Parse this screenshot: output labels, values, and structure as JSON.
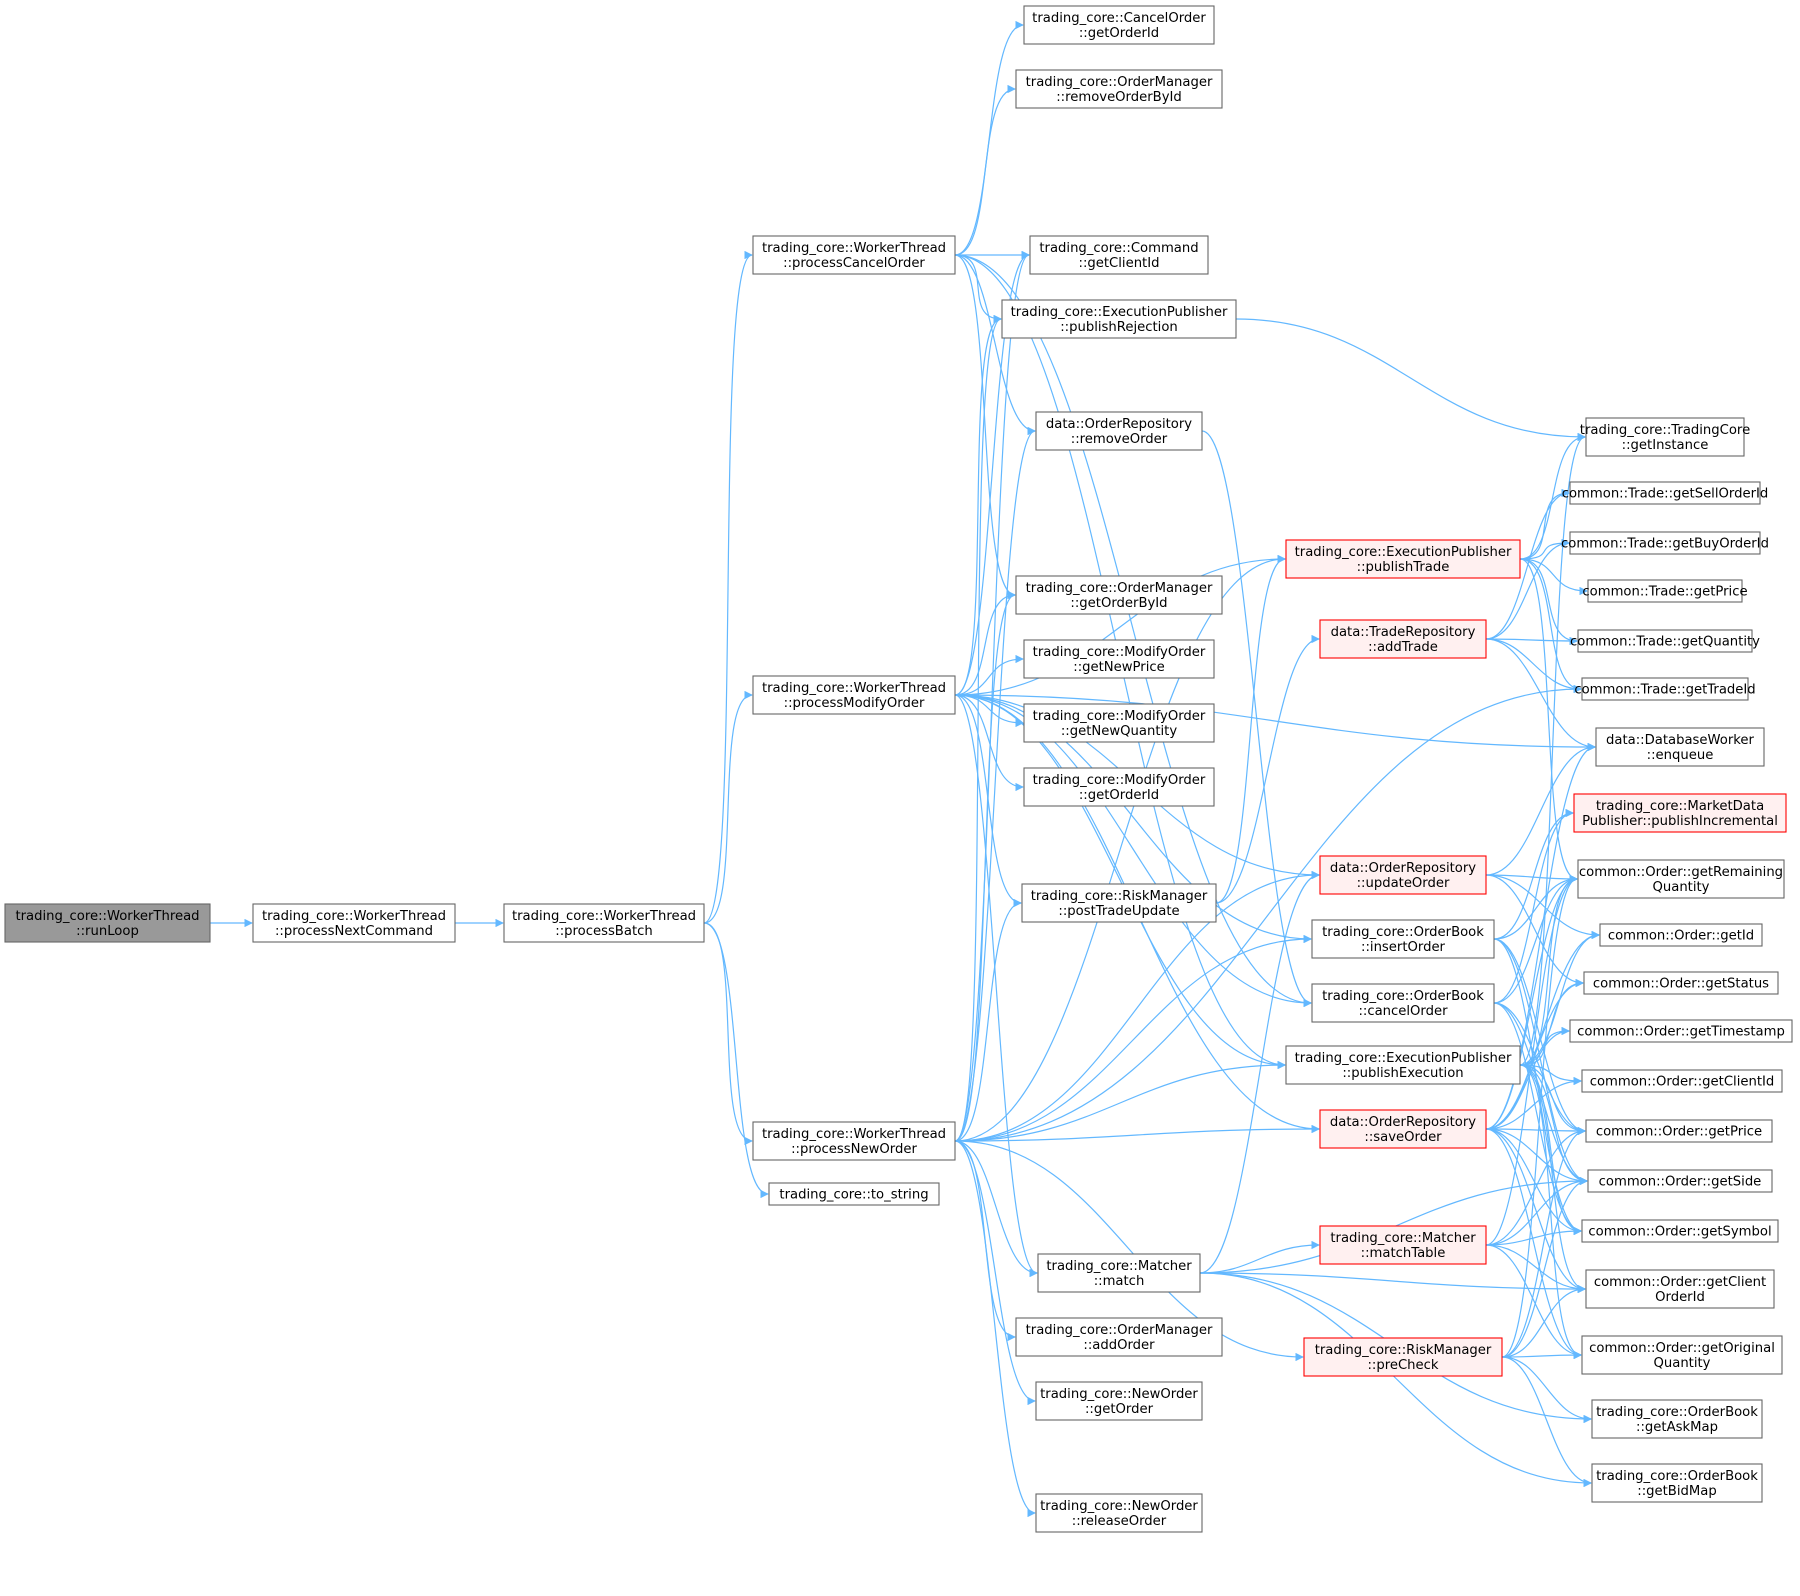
{
  "theme": {
    "edge_color": "#63b8ff",
    "node_border": "#666666",
    "root_fill": "#999999",
    "highlight_border": "#ff0000",
    "highlight_fill": "#fff0f0"
  },
  "nodes": [
    {
      "id": "runLoop",
      "style": "root",
      "lines": [
        "trading_core::WorkerThread",
        "::runLoop"
      ]
    },
    {
      "id": "processNextCommand",
      "style": "normal",
      "lines": [
        "trading_core::WorkerThread",
        "::processNextCommand"
      ]
    },
    {
      "id": "processBatch",
      "style": "normal",
      "lines": [
        "trading_core::WorkerThread",
        "::processBatch"
      ]
    },
    {
      "id": "processCancelOrder",
      "style": "normal",
      "lines": [
        "trading_core::WorkerThread",
        "::processCancelOrder"
      ]
    },
    {
      "id": "processModifyOrder",
      "style": "normal",
      "lines": [
        "trading_core::WorkerThread",
        "::processModifyOrder"
      ]
    },
    {
      "id": "processNewOrder",
      "style": "normal",
      "lines": [
        "trading_core::WorkerThread",
        "::processNewOrder"
      ]
    },
    {
      "id": "to_string",
      "style": "normal",
      "lines": [
        "trading_core::to_string"
      ]
    },
    {
      "id": "CancelOrder_getOrderId",
      "style": "normal",
      "lines": [
        "trading_core::CancelOrder",
        "::getOrderId"
      ]
    },
    {
      "id": "removeOrderById",
      "style": "normal",
      "lines": [
        "trading_core::OrderManager",
        "::removeOrderById"
      ]
    },
    {
      "id": "getClientId",
      "style": "normal",
      "lines": [
        "trading_core::Command",
        "::getClientId"
      ]
    },
    {
      "id": "publishRejection",
      "style": "normal",
      "lines": [
        "trading_core::ExecutionPublisher",
        "::publishRejection"
      ]
    },
    {
      "id": "removeOrder",
      "style": "normal",
      "lines": [
        "data::OrderRepository",
        "::removeOrder"
      ]
    },
    {
      "id": "getOrderById",
      "style": "normal",
      "lines": [
        "trading_core::OrderManager",
        "::getOrderById"
      ]
    },
    {
      "id": "getNewPrice",
      "style": "normal",
      "lines": [
        "trading_core::ModifyOrder",
        "::getNewPrice"
      ]
    },
    {
      "id": "getNewQuantity",
      "style": "normal",
      "lines": [
        "trading_core::ModifyOrder",
        "::getNewQuantity"
      ]
    },
    {
      "id": "ModifyOrder_getOrderId",
      "style": "normal",
      "lines": [
        "trading_core::ModifyOrder",
        "::getOrderId"
      ]
    },
    {
      "id": "postTradeUpdate",
      "style": "normal",
      "lines": [
        "trading_core::RiskManager",
        "::postTradeUpdate"
      ]
    },
    {
      "id": "match",
      "style": "normal",
      "lines": [
        "trading_core::Matcher",
        "::match"
      ]
    },
    {
      "id": "addOrder",
      "style": "normal",
      "lines": [
        "trading_core::OrderManager",
        "::addOrder"
      ]
    },
    {
      "id": "NewOrder_getOrder",
      "style": "normal",
      "lines": [
        "trading_core::NewOrder",
        "::getOrder"
      ]
    },
    {
      "id": "releaseOrder",
      "style": "normal",
      "lines": [
        "trading_core::NewOrder",
        "::releaseOrder"
      ]
    },
    {
      "id": "publishTrade",
      "style": "red",
      "lines": [
        "trading_core::ExecutionPublisher",
        "::publishTrade"
      ]
    },
    {
      "id": "addTrade",
      "style": "red",
      "lines": [
        "data::TradeRepository",
        "::addTrade"
      ]
    },
    {
      "id": "updateOrder",
      "style": "red",
      "lines": [
        "data::OrderRepository",
        "::updateOrder"
      ]
    },
    {
      "id": "insertOrder",
      "style": "normal",
      "lines": [
        "trading_core::OrderBook",
        "::insertOrder"
      ]
    },
    {
      "id": "cancelOrder",
      "style": "normal",
      "lines": [
        "trading_core::OrderBook",
        "::cancelOrder"
      ]
    },
    {
      "id": "publishExecution",
      "style": "normal",
      "lines": [
        "trading_core::ExecutionPublisher",
        "::publishExecution"
      ]
    },
    {
      "id": "saveOrder",
      "style": "red",
      "lines": [
        "data::OrderRepository",
        "::saveOrder"
      ]
    },
    {
      "id": "matchTable",
      "style": "red",
      "lines": [
        "trading_core::Matcher",
        "::matchTable"
      ]
    },
    {
      "id": "preCheck",
      "style": "red",
      "lines": [
        "trading_core::RiskManager",
        "::preCheck"
      ]
    },
    {
      "id": "getInstance",
      "style": "normal",
      "lines": [
        "trading_core::TradingCore",
        "::getInstance"
      ]
    },
    {
      "id": "getSellOrderId",
      "style": "normal",
      "lines": [
        "common::Trade::getSellOrderId"
      ]
    },
    {
      "id": "getBuyOrderId",
      "style": "normal",
      "lines": [
        "common::Trade::getBuyOrderId"
      ]
    },
    {
      "id": "Trade_getPrice",
      "style": "normal",
      "lines": [
        "common::Trade::getPrice"
      ]
    },
    {
      "id": "Trade_getQuantity",
      "style": "normal",
      "lines": [
        "common::Trade::getQuantity"
      ]
    },
    {
      "id": "getTradeId",
      "style": "normal",
      "lines": [
        "common::Trade::getTradeId"
      ]
    },
    {
      "id": "enqueue",
      "style": "normal",
      "lines": [
        "data::DatabaseWorker",
        "::enqueue"
      ]
    },
    {
      "id": "publishIncremental",
      "style": "red",
      "lines": [
        "trading_core::MarketData",
        "Publisher::publishIncremental"
      ]
    },
    {
      "id": "getRemainingQuantity",
      "style": "normal",
      "lines": [
        "common::Order::getRemaining",
        "Quantity"
      ]
    },
    {
      "id": "getId",
      "style": "normal",
      "lines": [
        "common::Order::getId"
      ]
    },
    {
      "id": "getStatus",
      "style": "normal",
      "lines": [
        "common::Order::getStatus"
      ]
    },
    {
      "id": "getTimestamp",
      "style": "normal",
      "lines": [
        "common::Order::getTimestamp"
      ]
    },
    {
      "id": "Order_getClientId",
      "style": "normal",
      "lines": [
        "common::Order::getClientId"
      ]
    },
    {
      "id": "Order_getPrice",
      "style": "normal",
      "lines": [
        "common::Order::getPrice"
      ]
    },
    {
      "id": "getSide",
      "style": "normal",
      "lines": [
        "common::Order::getSide"
      ]
    },
    {
      "id": "getSymbol",
      "style": "normal",
      "lines": [
        "common::Order::getSymbol"
      ]
    },
    {
      "id": "getClientOrderId",
      "style": "normal",
      "lines": [
        "common::Order::getClient",
        "OrderId"
      ]
    },
    {
      "id": "getOriginalQuantity",
      "style": "normal",
      "lines": [
        "common::Order::getOriginal",
        "Quantity"
      ]
    },
    {
      "id": "getAskMap",
      "style": "normal",
      "lines": [
        "trading_core::OrderBook",
        "::getAskMap"
      ]
    },
    {
      "id": "getBidMap",
      "style": "normal",
      "lines": [
        "trading_core::OrderBook",
        "::getBidMap"
      ]
    }
  ],
  "edges": [
    [
      "runLoop",
      "processNextCommand"
    ],
    [
      "processNextCommand",
      "processBatch"
    ],
    [
      "processBatch",
      "processCancelOrder"
    ],
    [
      "processBatch",
      "processModifyOrder"
    ],
    [
      "processBatch",
      "processNewOrder"
    ],
    [
      "processBatch",
      "to_string"
    ],
    [
      "processCancelOrder",
      "CancelOrder_getOrderId"
    ],
    [
      "processCancelOrder",
      "removeOrderById"
    ],
    [
      "processCancelOrder",
      "getClientId"
    ],
    [
      "processCancelOrder",
      "publishRejection"
    ],
    [
      "processCancelOrder",
      "removeOrder"
    ],
    [
      "processCancelOrder",
      "getOrderById"
    ],
    [
      "processCancelOrder",
      "cancelOrder"
    ],
    [
      "processCancelOrder",
      "publishExecution"
    ],
    [
      "processModifyOrder",
      "getClientId"
    ],
    [
      "processModifyOrder",
      "publishRejection"
    ],
    [
      "processModifyOrder",
      "getOrderById"
    ],
    [
      "processModifyOrder",
      "getNewPrice"
    ],
    [
      "processModifyOrder",
      "getNewQuantity"
    ],
    [
      "processModifyOrder",
      "ModifyOrder_getOrderId"
    ],
    [
      "processModifyOrder",
      "postTradeUpdate"
    ],
    [
      "processModifyOrder",
      "match"
    ],
    [
      "processModifyOrder",
      "publishTrade"
    ],
    [
      "processModifyOrder",
      "insertOrder"
    ],
    [
      "processModifyOrder",
      "cancelOrder"
    ],
    [
      "processModifyOrder",
      "publishExecution"
    ],
    [
      "processModifyOrder",
      "saveOrder"
    ],
    [
      "processModifyOrder",
      "updateOrder"
    ],
    [
      "processModifyOrder",
      "enqueue"
    ],
    [
      "processNewOrder",
      "getClientId"
    ],
    [
      "processNewOrder",
      "publishRejection"
    ],
    [
      "processNewOrder",
      "removeOrder"
    ],
    [
      "processNewOrder",
      "getOrderById"
    ],
    [
      "processNewOrder",
      "postTradeUpdate"
    ],
    [
      "processNewOrder",
      "match"
    ],
    [
      "processNewOrder",
      "addOrder"
    ],
    [
      "processNewOrder",
      "NewOrder_getOrder"
    ],
    [
      "processNewOrder",
      "releaseOrder"
    ],
    [
      "processNewOrder",
      "publishTrade"
    ],
    [
      "processNewOrder",
      "updateOrder"
    ],
    [
      "processNewOrder",
      "insertOrder"
    ],
    [
      "processNewOrder",
      "publishExecution"
    ],
    [
      "processNewOrder",
      "saveOrder"
    ],
    [
      "processNewOrder",
      "preCheck"
    ],
    [
      "processNewOrder",
      "getTradeId"
    ],
    [
      "publishRejection",
      "getInstance"
    ],
    [
      "removeOrder",
      "cancelOrder"
    ],
    [
      "postTradeUpdate",
      "publishTrade"
    ],
    [
      "postTradeUpdate",
      "addTrade"
    ],
    [
      "match",
      "updateOrder"
    ],
    [
      "match",
      "matchTable"
    ],
    [
      "match",
      "getClientOrderId"
    ],
    [
      "match",
      "getAskMap"
    ],
    [
      "match",
      "getBidMap"
    ],
    [
      "match",
      "getSide"
    ],
    [
      "publishTrade",
      "getInstance"
    ],
    [
      "publishTrade",
      "getSellOrderId"
    ],
    [
      "publishTrade",
      "getBuyOrderId"
    ],
    [
      "publishTrade",
      "Trade_getPrice"
    ],
    [
      "publishTrade",
      "Trade_getQuantity"
    ],
    [
      "publishTrade",
      "getTradeId"
    ],
    [
      "publishTrade",
      "getRemainingQuantity"
    ],
    [
      "addTrade",
      "getSellOrderId"
    ],
    [
      "addTrade",
      "getBuyOrderId"
    ],
    [
      "addTrade",
      "Trade_getQuantity"
    ],
    [
      "addTrade",
      "getTradeId"
    ],
    [
      "addTrade",
      "enqueue"
    ],
    [
      "updateOrder",
      "enqueue"
    ],
    [
      "updateOrder",
      "getRemainingQuantity"
    ],
    [
      "updateOrder",
      "getId"
    ],
    [
      "updateOrder",
      "getStatus"
    ],
    [
      "insertOrder",
      "publishIncremental"
    ],
    [
      "insertOrder",
      "Order_getPrice"
    ],
    [
      "insertOrder",
      "getSide"
    ],
    [
      "insertOrder",
      "getSymbol"
    ],
    [
      "insertOrder",
      "getRemainingQuantity"
    ],
    [
      "cancelOrder",
      "publishIncremental"
    ],
    [
      "cancelOrder",
      "Order_getPrice"
    ],
    [
      "cancelOrder",
      "getSide"
    ],
    [
      "cancelOrder",
      "getSymbol"
    ],
    [
      "cancelOrder",
      "getRemainingQuantity"
    ],
    [
      "publishExecution",
      "getInstance"
    ],
    [
      "publishExecution",
      "getId"
    ],
    [
      "publishExecution",
      "getStatus"
    ],
    [
      "publishExecution",
      "getTimestamp"
    ],
    [
      "publishExecution",
      "Order_getClientId"
    ],
    [
      "publishExecution",
      "Order_getPrice"
    ],
    [
      "publishExecution",
      "getSide"
    ],
    [
      "publishExecution",
      "getSymbol"
    ],
    [
      "publishExecution",
      "getClientOrderId"
    ],
    [
      "publishExecution",
      "getOriginalQuantity"
    ],
    [
      "publishExecution",
      "getRemainingQuantity"
    ],
    [
      "saveOrder",
      "enqueue"
    ],
    [
      "saveOrder",
      "getId"
    ],
    [
      "saveOrder",
      "getStatus"
    ],
    [
      "saveOrder",
      "getTimestamp"
    ],
    [
      "saveOrder",
      "Order_getClientId"
    ],
    [
      "saveOrder",
      "Order_getPrice"
    ],
    [
      "saveOrder",
      "getSide"
    ],
    [
      "saveOrder",
      "getSymbol"
    ],
    [
      "saveOrder",
      "getClientOrderId"
    ],
    [
      "saveOrder",
      "getOriginalQuantity"
    ],
    [
      "saveOrder",
      "getRemainingQuantity"
    ],
    [
      "matchTable",
      "getRemainingQuantity"
    ],
    [
      "matchTable",
      "Order_getPrice"
    ],
    [
      "matchTable",
      "getSide"
    ],
    [
      "matchTable",
      "getSymbol"
    ],
    [
      "matchTable",
      "getClientOrderId"
    ],
    [
      "matchTable",
      "getOriginalQuantity"
    ],
    [
      "preCheck",
      "getRemainingQuantity"
    ],
    [
      "preCheck",
      "Order_getPrice"
    ],
    [
      "preCheck",
      "getSide"
    ],
    [
      "preCheck",
      "getClientOrderId"
    ],
    [
      "preCheck",
      "getOriginalQuantity"
    ],
    [
      "preCheck",
      "getAskMap"
    ],
    [
      "preCheck",
      "getBidMap"
    ]
  ]
}
